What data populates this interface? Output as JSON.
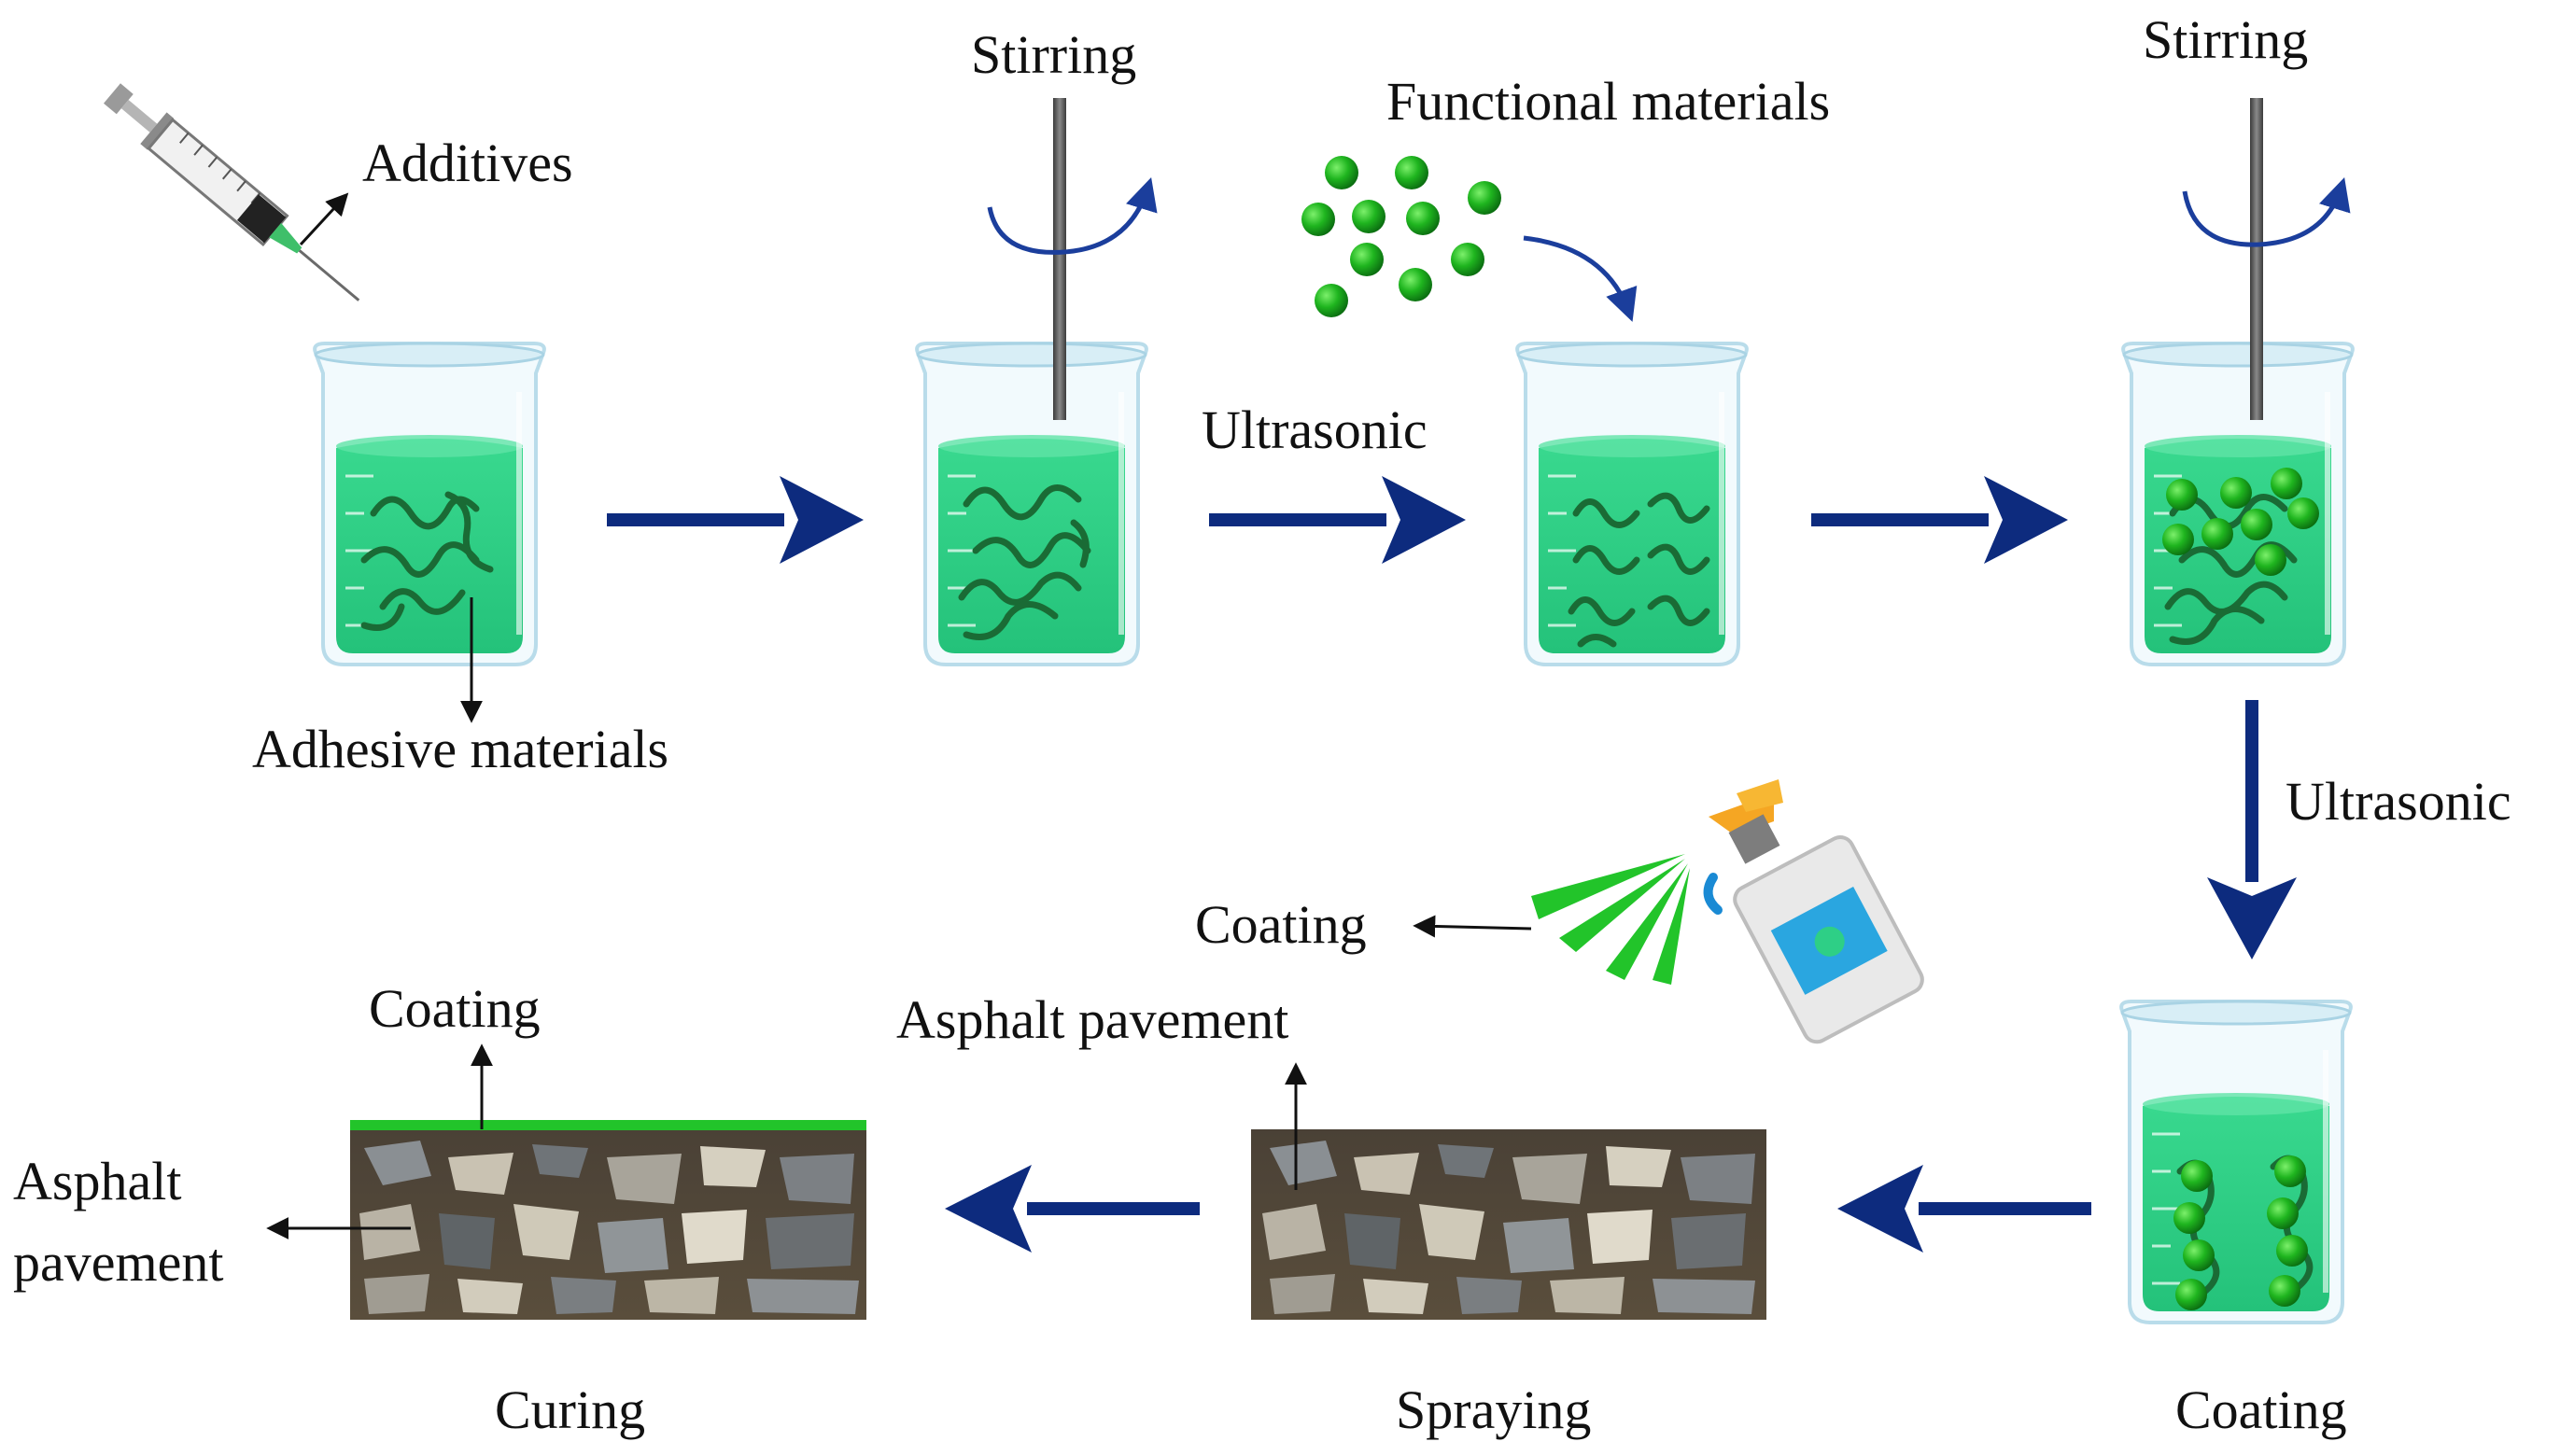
{
  "labels": {
    "additives": "Additives",
    "adhesive_materials": "Adhesive materials",
    "stirring_1": "Stirring",
    "ultrasonic_1": "Ultrasonic",
    "functional_materials": "Functional materials",
    "stirring_2": "Stirring",
    "ultrasonic_2": "Ultrasonic",
    "coating_spray": "Coating",
    "asphalt_pavement_spray": "Asphalt pavement",
    "coating_layer": "Coating",
    "asphalt_pavement_left_1": "Asphalt",
    "asphalt_pavement_left_2": "pavement"
  },
  "captions": {
    "curing": "Curing",
    "spraying": "Spraying",
    "coating": "Coating"
  },
  "colors": {
    "liquid": "#2ecf86",
    "fiber": "#1a6b35",
    "particle": "#1aa81a",
    "arrow": "#0d2b7e",
    "coating_layer": "#22c42a"
  }
}
